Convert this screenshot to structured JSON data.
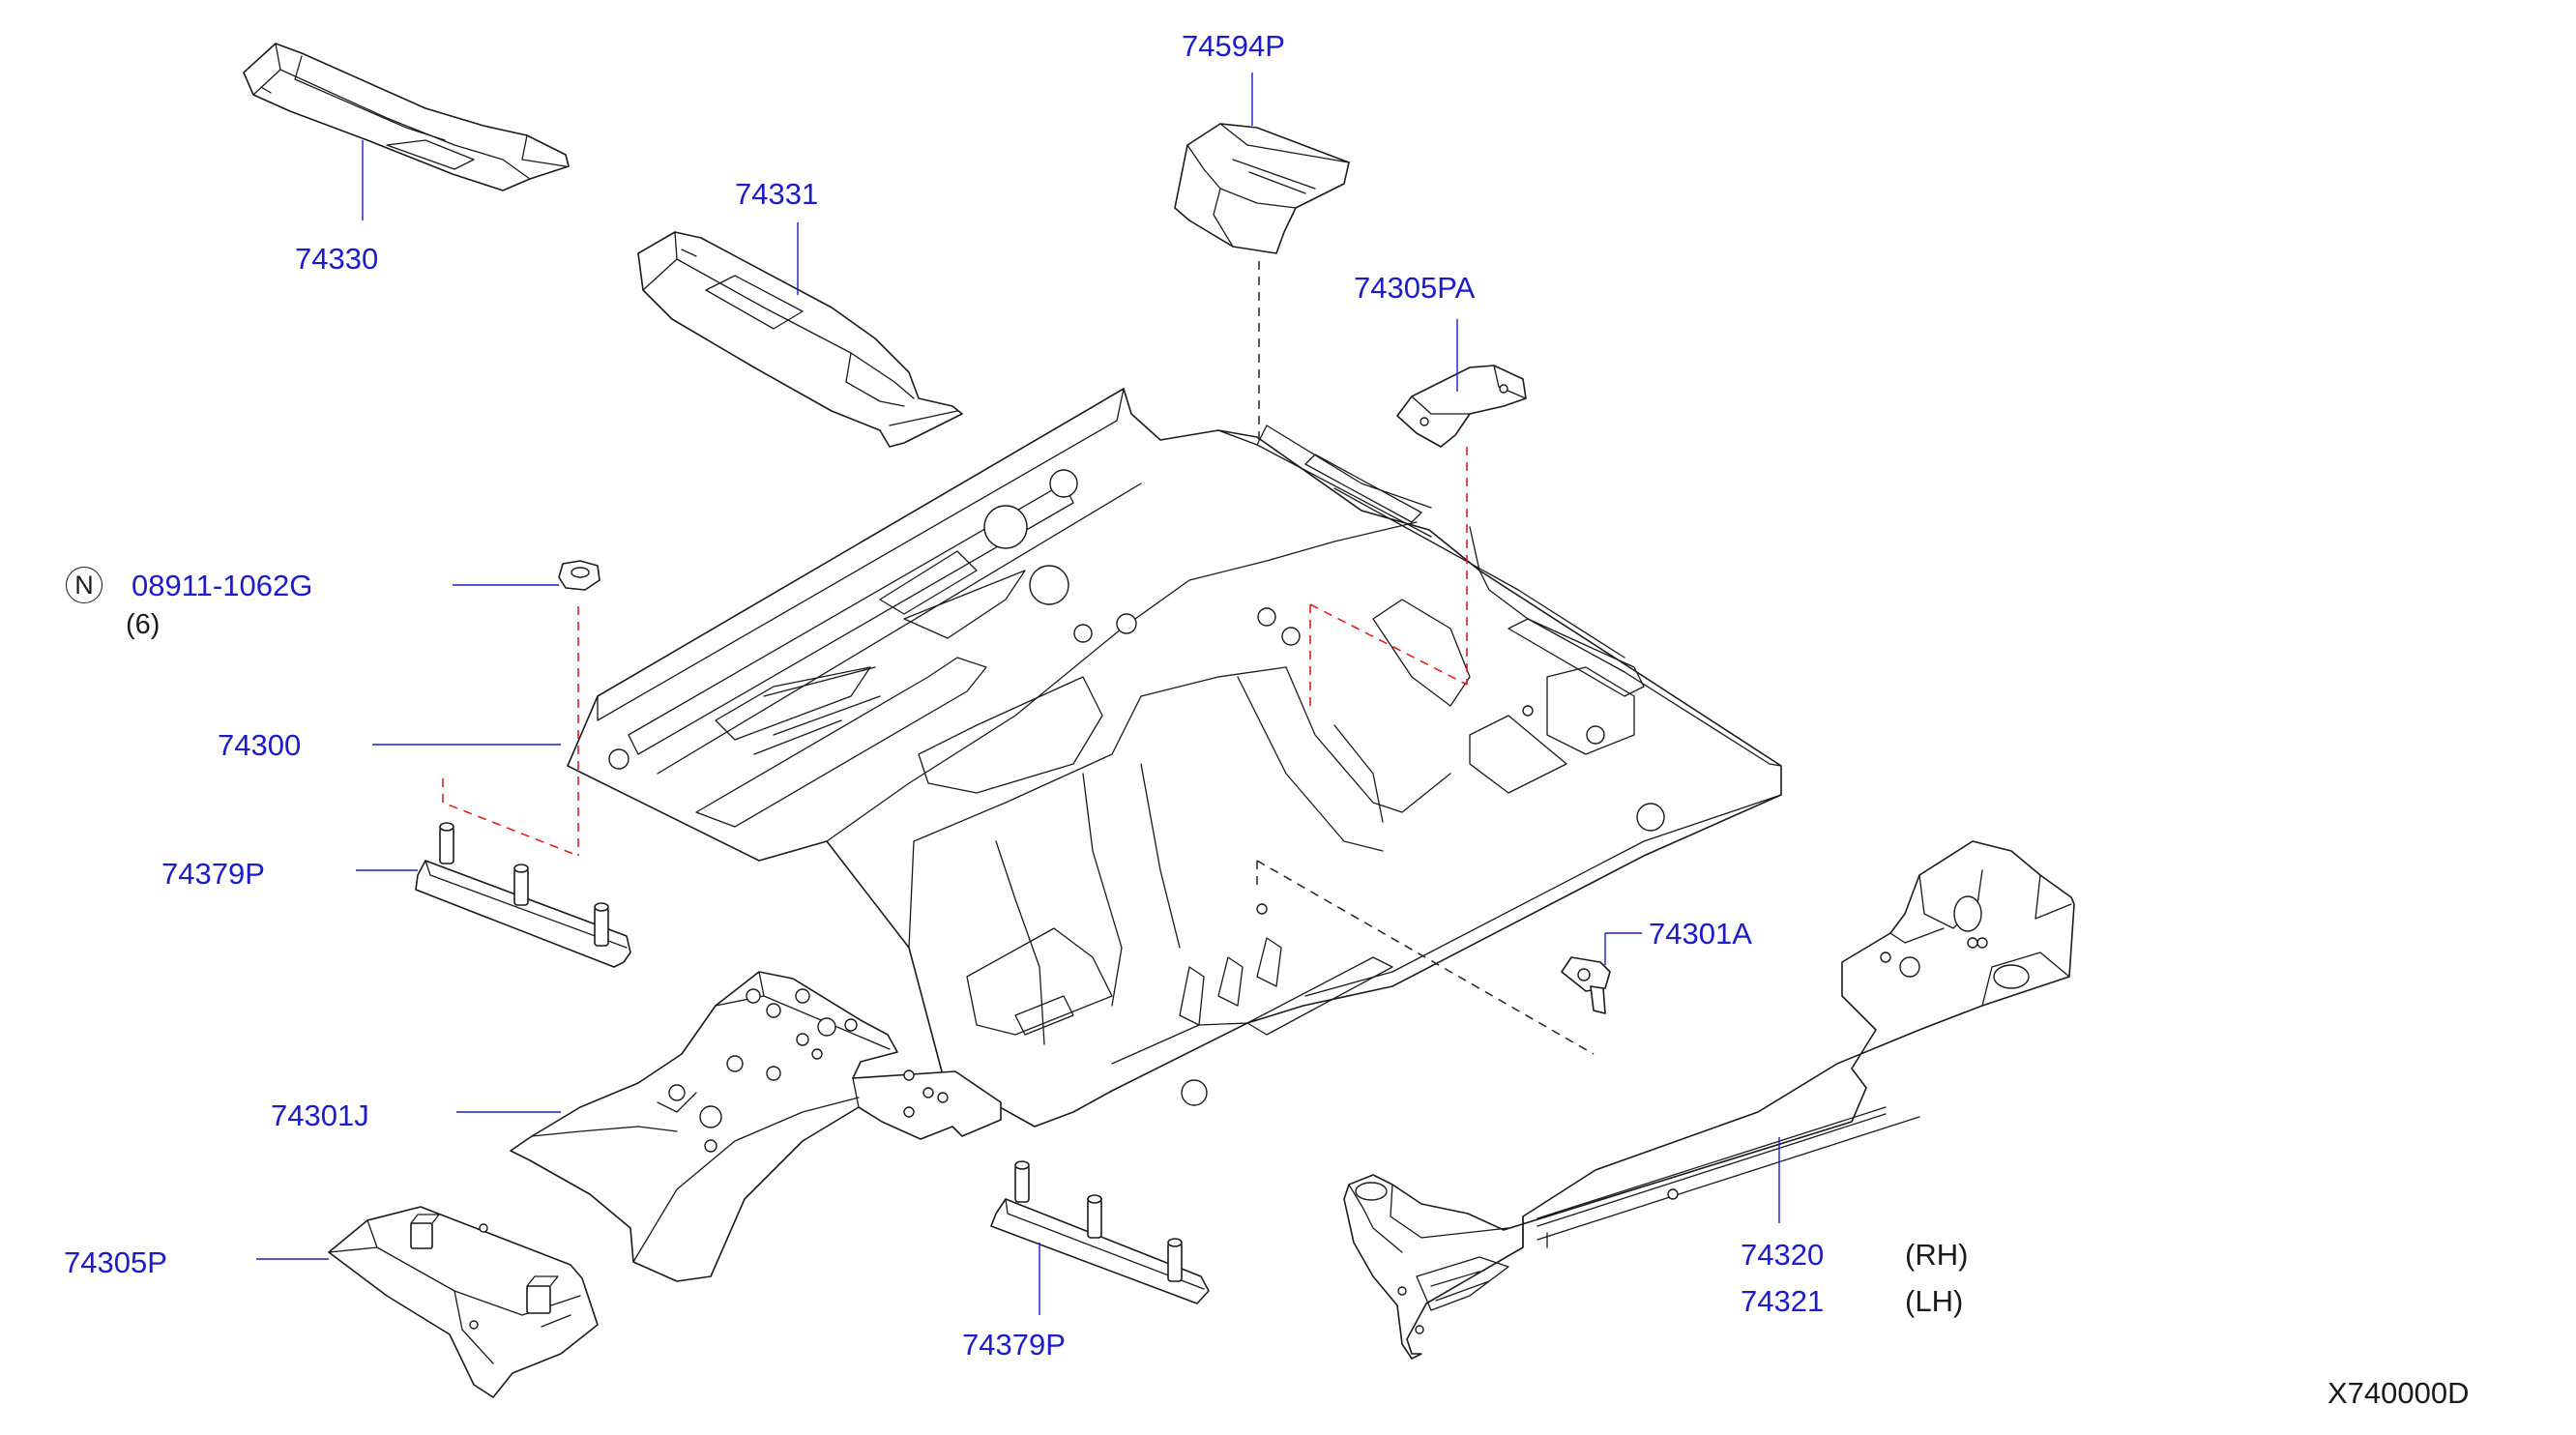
{
  "diagram": {
    "drawing_code": "X740000D",
    "parts": [
      {
        "id": "p74330",
        "number": "74330"
      },
      {
        "id": "p74331",
        "number": "74331"
      },
      {
        "id": "p74594p",
        "number": "74594P"
      },
      {
        "id": "p74305pa",
        "number": "74305PA"
      },
      {
        "id": "p08911",
        "number": "08911-1062G",
        "marker": "N",
        "quantity": "(6)"
      },
      {
        "id": "p74300",
        "number": "74300"
      },
      {
        "id": "p74379p_left",
        "number": "74379P"
      },
      {
        "id": "p74301a",
        "number": "74301A"
      },
      {
        "id": "p74301j",
        "number": "74301J"
      },
      {
        "id": "p74305p",
        "number": "74305P"
      },
      {
        "id": "p74379p_center",
        "number": "74379P"
      },
      {
        "id": "p74320",
        "number": "74320",
        "side": "(RH)"
      },
      {
        "id": "p74321",
        "number": "74321",
        "side": "(LH)"
      }
    ]
  }
}
